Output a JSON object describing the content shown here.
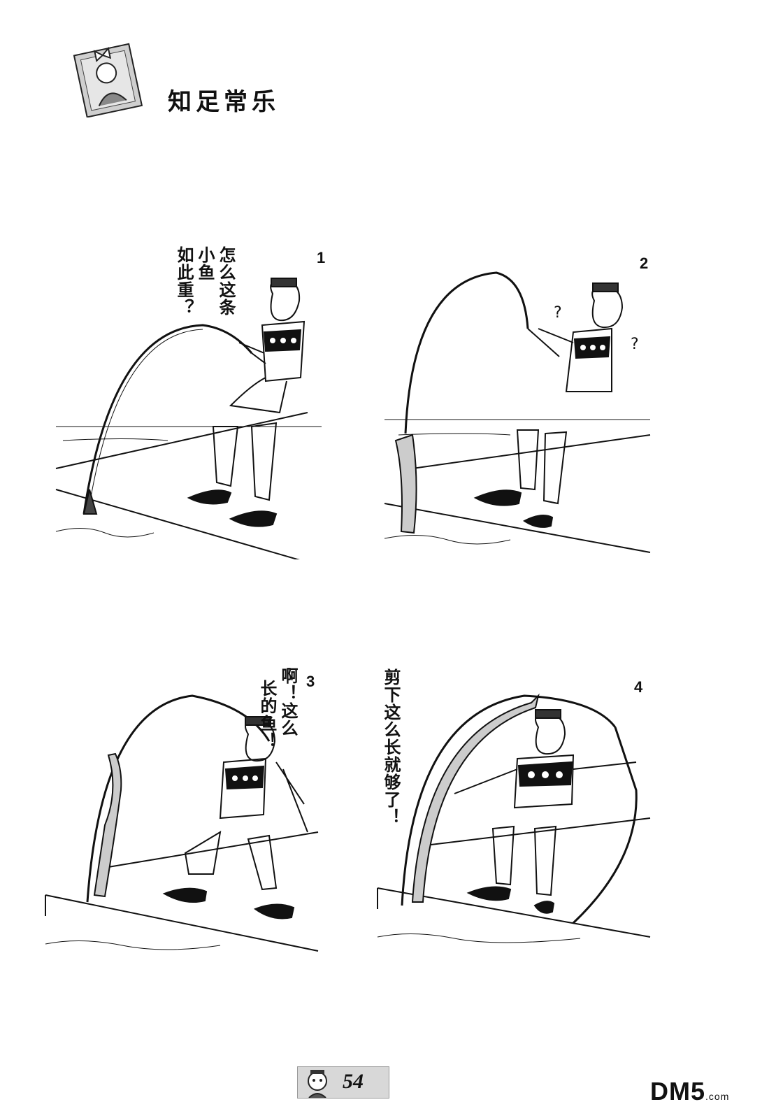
{
  "page": {
    "title": "知足常乐",
    "page_number": "54",
    "watermark": "DM5",
    "watermark_suffix": ".com"
  },
  "panels": [
    {
      "number": "1",
      "speech": [
        "如此重？",
        "小鱼",
        "怎么这条"
      ]
    },
    {
      "number": "2",
      "marks": [
        "?",
        "?"
      ]
    },
    {
      "number": "3",
      "speech": [
        "长的鱼！",
        "啊！这么"
      ]
    },
    {
      "number": "4",
      "speech": [
        "剪下这么长就够了！"
      ]
    }
  ],
  "icons": {
    "header": "portrait-sticker-icon",
    "footer": "character-face-icon"
  }
}
